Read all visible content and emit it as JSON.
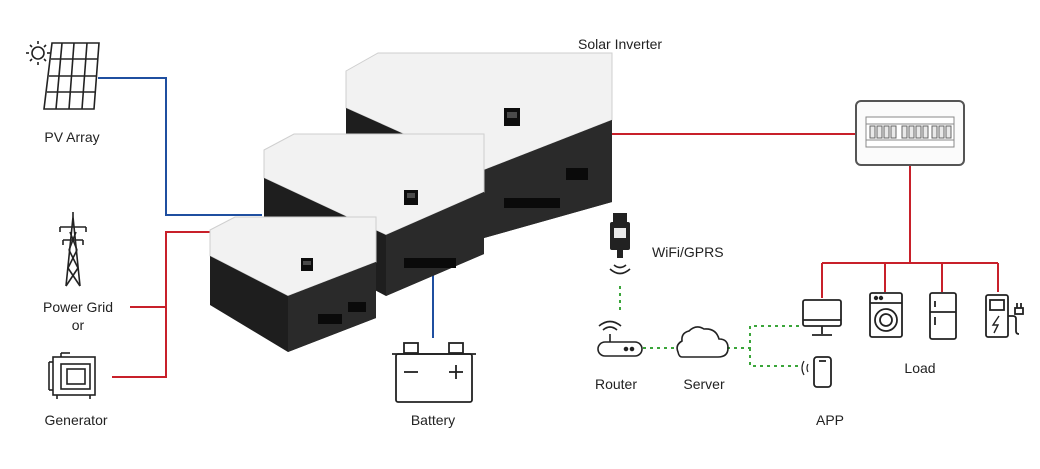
{
  "labels": {
    "solar_inverter": "Solar Inverter",
    "pv_array": "PV Array",
    "power_grid": "Power Grid",
    "or": "or",
    "generator": "Generator",
    "battery": "Battery",
    "wifi_gprs": "WiFi/GPRS",
    "router": "Router",
    "server": "Server",
    "app": "APP",
    "load": "Load"
  },
  "colors": {
    "dc_line": "#1f4fa0",
    "ac_line": "#c8202a",
    "data_line": "#3aa53a",
    "icon": "#222222",
    "inverter_white": "#f2f2f2",
    "inverter_dark": "#1e1e1e"
  },
  "icons": [
    "solar-panel-icon",
    "sun-icon",
    "transmission-tower-icon",
    "generator-icon",
    "battery-icon",
    "wifi-module-icon",
    "router-icon",
    "cloud-icon",
    "monitor-icon",
    "washing-machine-icon",
    "refrigerator-icon",
    "ev-charger-icon",
    "smartphone-icon",
    "distribution-box-icon"
  ]
}
